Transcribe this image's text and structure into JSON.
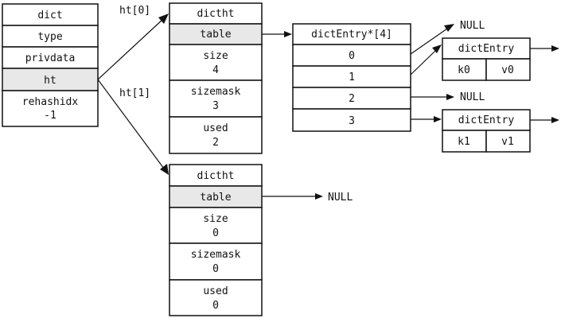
{
  "dict": {
    "title": "dict",
    "fields": [
      "type",
      "privdata",
      "ht"
    ],
    "rehashidx_label": "rehashidx",
    "rehashidx_value": "-1"
  },
  "edges": {
    "ht0": "ht[0]",
    "ht1": "ht[1]"
  },
  "ht0": {
    "title": "dictht",
    "table": "table",
    "size_label": "size",
    "size_value": "4",
    "sizemask_label": "sizemask",
    "sizemask_value": "3",
    "used_label": "used",
    "used_value": "2"
  },
  "ht1": {
    "title": "dictht",
    "table": "table",
    "size_label": "size",
    "size_value": "0",
    "sizemask_label": "sizemask",
    "sizemask_value": "0",
    "used_label": "used",
    "used_value": "0",
    "table_null": "NULL"
  },
  "table_array": {
    "title": "dictEntry*[4]",
    "indices": [
      "0",
      "1",
      "2",
      "3"
    ]
  },
  "nulls": {
    "top": "NULL",
    "index2": "NULL"
  },
  "entry0": {
    "title": "dictEntry",
    "key": "k0",
    "value": "v0"
  },
  "entry1": {
    "title": "dictEntry",
    "key": "k1",
    "value": "v1"
  }
}
